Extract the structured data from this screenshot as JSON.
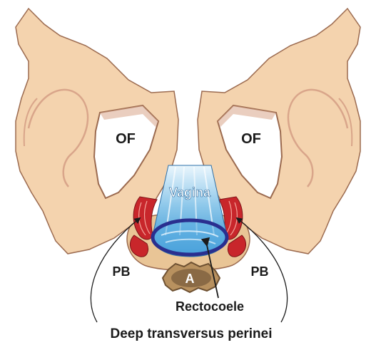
{
  "labels": {
    "obturator_left": "OF",
    "obturator_right": "OF",
    "vagina": "Vagina",
    "perineal_body_left": "PB",
    "perineal_body_right": "PB",
    "anus": "A",
    "rectocoele": "Rectocoele",
    "deep_transversus": "Deep transversus perinei"
  },
  "colors": {
    "bone": "#f4d3ae",
    "bone_outline": "#9b6a4f",
    "bone_inner": "#d9a58a",
    "vagina_light": "#cbe9f8",
    "vagina_blue": "#2f8fd0",
    "rectocoele_ring": "#2a2f8f",
    "muscle_red": "#c8262b",
    "perineal_tan": "#d8b58a",
    "anus_brown": "#8a6a45"
  }
}
